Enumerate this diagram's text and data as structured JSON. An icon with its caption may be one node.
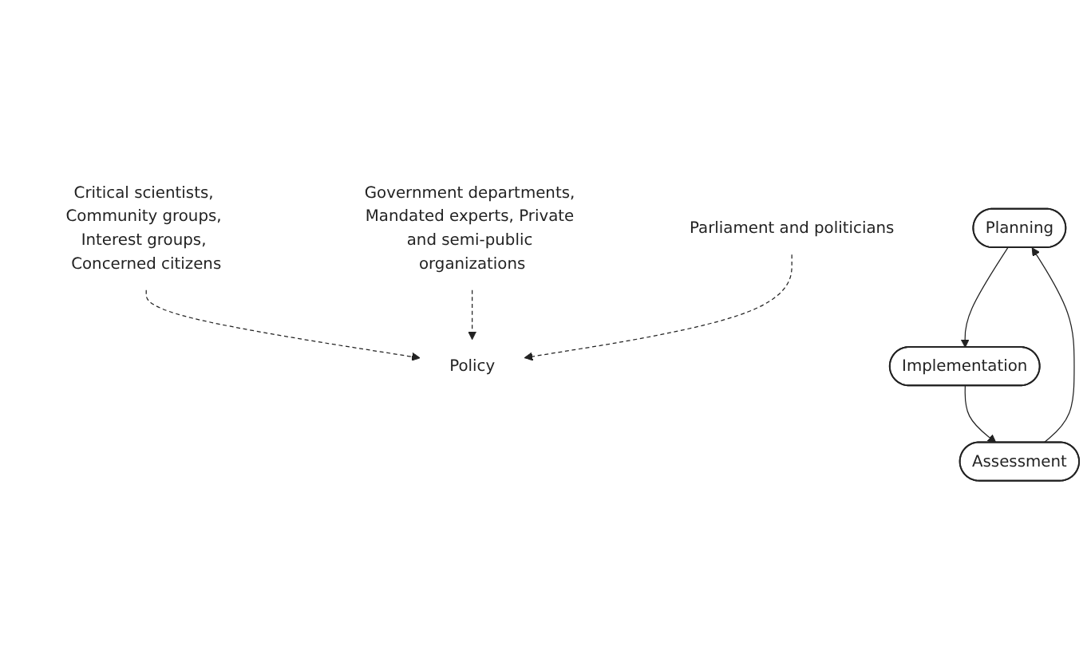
{
  "diagram": {
    "nodes": [
      {
        "text": [
          "Planning"
        ]
      },
      {
        "text": [
          "Critical scientists, Community groups, Interest groups, Concerned citizens"
        ]
      },
      {
        "text": [
          "Government departments, Mandated experts, Private and semi-public organizations"
        ]
      },
      {
        "text": [
          "Policy"
        ]
      },
      {
        "text": [
          "Assessment"
        ]
      },
      {
        "text": [
          "Implementation"
        ]
      },
      {
        "text": [
          "Parliament and politicians"
        ]
      }
    ],
    "edges": [
      {
        "from": 0,
        "to": 5,
        "arrow": "to"
      },
      {
        "from": 5,
        "to": 4,
        "arrow": "to"
      },
      {
        "from": 4,
        "to": 0,
        "arrow": "to"
      },
      {
        "from": 1,
        "to": 3,
        "arrow": "to",
        "style": "dashed"
      },
      {
        "from": 2,
        "to": 3,
        "arrow": "to",
        "style": "dashed"
      },
      {
        "from": 6,
        "to": 3,
        "arrow": "to",
        "style": "dashed"
      }
    ]
  }
}
